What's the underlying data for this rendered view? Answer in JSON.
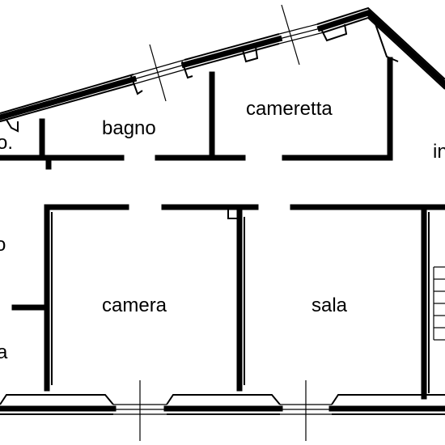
{
  "rooms": {
    "bagno": "bagno",
    "cameretta": "cameretta",
    "camera": "camera",
    "sala": "sala",
    "partial_right_top": "in",
    "partial_left_top": "o.",
    "partial_left_mid": "o",
    "partial_left_bottom": "a"
  }
}
